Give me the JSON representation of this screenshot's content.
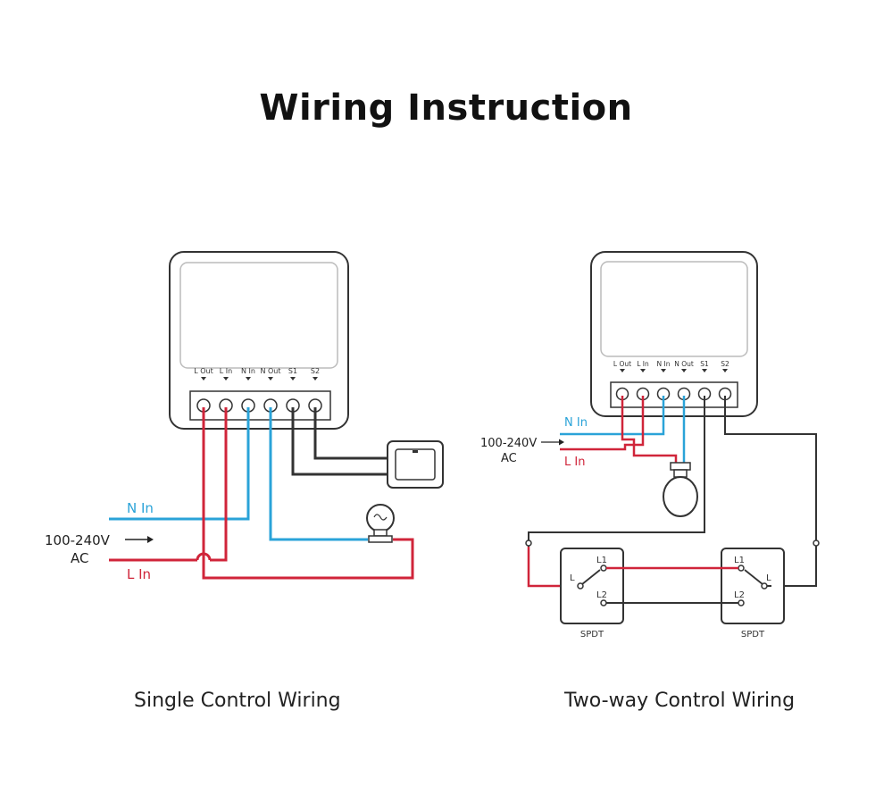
{
  "title": "Wiring Instruction",
  "single": {
    "caption": "Single Control Wiring",
    "terminals": [
      "L Out",
      "L In",
      "N In",
      "N Out",
      "S1",
      "S2"
    ],
    "n_in": "N In",
    "l_in": "L In",
    "voltage": "100-240V",
    "ac": "AC"
  },
  "twoway": {
    "caption": "Two-way Control Wiring",
    "terminals": [
      "L Out",
      "L In",
      "N In",
      "N Out",
      "S1",
      "S2"
    ],
    "n_in": "N In",
    "l_in": "L In",
    "voltage": "100-240V",
    "ac": "AC",
    "switches": [
      {
        "l1": "L1",
        "l2": "L2",
        "l": "L",
        "type": "SPDT"
      },
      {
        "l1": "L1",
        "l2": "L2",
        "l": "L",
        "type": "SPDT"
      }
    ]
  },
  "colors": {
    "live": "#d0253a",
    "neutral": "#2aa3d8",
    "switch": "#333333"
  }
}
